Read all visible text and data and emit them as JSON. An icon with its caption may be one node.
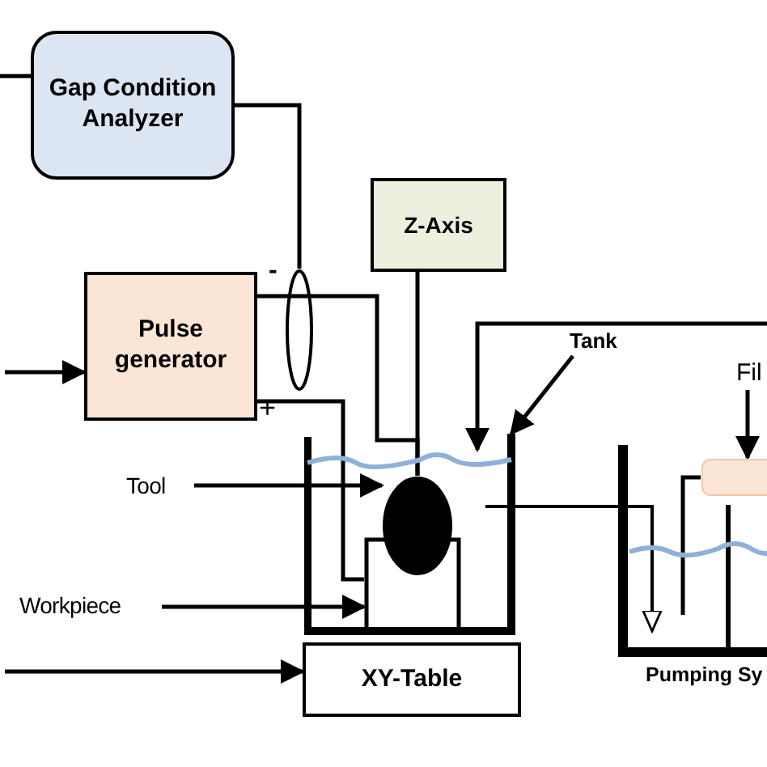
{
  "diagram": {
    "nodes": [
      {
        "text": [
          "Gap Condition Analyzer"
        ]
      },
      {
        "text": [
          "Pulse generator"
        ]
      },
      {
        "text": [
          "Z-Axis"
        ]
      },
      {
        "text": [
          "XY-Table"
        ]
      },
      {
        "text": [
          "Tool"
        ]
      },
      {
        "text": [
          "Workpiece"
        ]
      },
      {
        "text": [],
        "shape": "circle",
        "in": 9
      },
      {
        "text": [],
        "shape": "box",
        "in": 9
      },
      {
        "text": [
          "Tank"
        ]
      },
      {
        "text": [],
        "shape": "box"
      },
      {
        "text": [
          "Fil"
        ]
      },
      {
        "text": [],
        "shape": "box"
      },
      {
        "text": [],
        "shape": "box",
        "beside": [
          "Pumping Sy"
        ]
      },
      {
        "text": [],
        "shape": "circle"
      }
    ],
    "edges": [
      {
        "from": null,
        "to": 0,
        "arrow": "none"
      },
      {
        "from": 0,
        "to": 13,
        "arrow": "none"
      },
      {
        "from": null,
        "to": 1,
        "arrow": "to"
      },
      {
        "from": null,
        "to": 3,
        "arrow": "to"
      },
      {
        "from": 1,
        "to": 6,
        "arrow": "none"
      },
      {
        "from": 1,
        "to": 7,
        "arrow": "none"
      },
      {
        "from": 2,
        "to": 6,
        "arrow": "none"
      },
      {
        "from": 4,
        "to": 6,
        "arrow": "to"
      },
      {
        "from": 5,
        "to": 7,
        "arrow": "to"
      },
      {
        "from": 8,
        "to": 9,
        "arrow": "to"
      },
      {
        "from": 10,
        "to": 11,
        "arrow": "to"
      },
      {
        "from": null,
        "to": 9,
        "arrow": "to"
      },
      {
        "from": 9,
        "to": 12,
        "arrow": "to"
      },
      {
        "from": 11,
        "to": 12,
        "arrow": "none"
      }
    ],
    "labels": [
      "-",
      "+"
    ]
  }
}
